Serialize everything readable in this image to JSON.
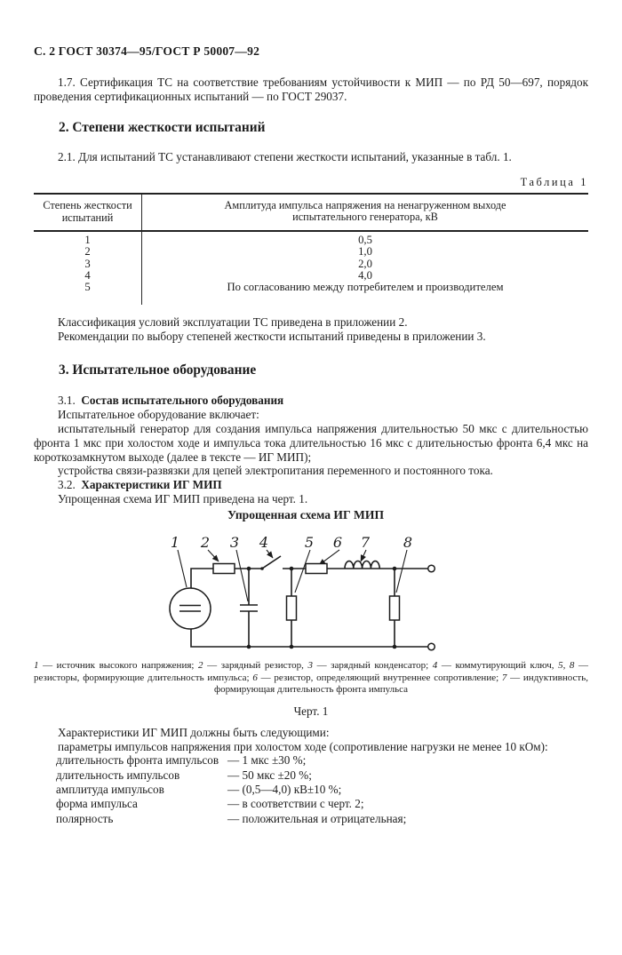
{
  "header": {
    "title": "С. 2 ГОСТ 30374—95/ГОСТ Р 50007—92"
  },
  "section1": {
    "p17": "1.7. Сертификация ТС на соответствие требованиям устойчивости к МИП — по РД 50—697, порядок проведения сертификационных испытаний — по ГОСТ 29037."
  },
  "section2": {
    "heading": "2. Степени жесткости испытаний",
    "p21": "2.1. Для испытаний ТС устанавливают степени жесткости испытаний, указанные в табл. 1.",
    "table": {
      "label": "Таблица 1",
      "col1_header": "Степень жесткости испытаний",
      "col2_header": "Амплитуда импульса напряжения на ненагруженном выходе испытательного генератора, кВ",
      "rows": [
        {
          "degree": "1",
          "amplitude": "0,5"
        },
        {
          "degree": "2",
          "amplitude": "1,0"
        },
        {
          "degree": "3",
          "amplitude": "2,0"
        },
        {
          "degree": "4",
          "amplitude": "4,0"
        },
        {
          "degree": "5",
          "amplitude": "По согласованию между потребителем и производителем"
        }
      ]
    },
    "p_class": "Классификация условий эксплуатации ТС приведена в приложении 2.",
    "p_recom": "Рекомендации по выбору степеней жесткости испытаний приведены в приложении 3."
  },
  "section3": {
    "heading": "3. Испытательное оборудование",
    "p31_num": "3.1.",
    "p31_title": "Состав испытательного оборудования",
    "p_includes": "Испытательное оборудование включает:",
    "p_generator": "испытательный генератор для создания импульса напряжения длительностью 50 мкс с длительностью фронта 1 мкс при холостом ходе и импульса тока длительностью 16 мкс с длительностью фронта 6,4 мкс на короткозамкнутом выходе (далее в тексте — ИГ МИП);",
    "p_devices": "устройства связи-развязки для цепей электропитания переменного и постоянного тока.",
    "p32_num": "3.2.",
    "p32_title": "Характеристики ИГ МИП",
    "p_scheme": "Упрощенная схема ИГ МИП приведена на черт. 1."
  },
  "figure": {
    "title": "Упрощенная схема ИГ МИП",
    "labels": [
      "1",
      "2",
      "3",
      "4",
      "5",
      "6",
      "7",
      "8"
    ],
    "caption_parts": [
      "1",
      " — источник высокого напряжения; ",
      "2",
      " — зарядный резистор, ",
      "3",
      " — зарядный конденсатор; ",
      "4",
      " — коммутирующий ключ, ",
      "5, 8",
      " — резисторы, формирующие длительность импульса; ",
      "6",
      " — резистор, определяющий внутреннее сопротивление; ",
      "7",
      " — индуктивность, формирующая длительность фронта импульса"
    ],
    "figure_number": "Черт. 1"
  },
  "characteristics": {
    "intro": "Характеристики ИГ МИП должны быть следующими:",
    "params_line": "параметры импульсов напряжения при холостом ходе (сопротивление нагрузки не менее 10 кОм):",
    "specs": [
      {
        "name": "длительность фронта импульсов",
        "value": "— 1 мкс ±30 %;"
      },
      {
        "name": "длительность импульсов",
        "value": "— 50 мкс ±20 %;"
      },
      {
        "name": "амплитуда импульсов",
        "value": "— (0,5—4,0) кВ±10 %;"
      },
      {
        "name": "форма импульса",
        "value": "— в соответствии с черт. 2;"
      },
      {
        "name": "полярность",
        "value": "— положительная и отрицательная;"
      }
    ]
  }
}
